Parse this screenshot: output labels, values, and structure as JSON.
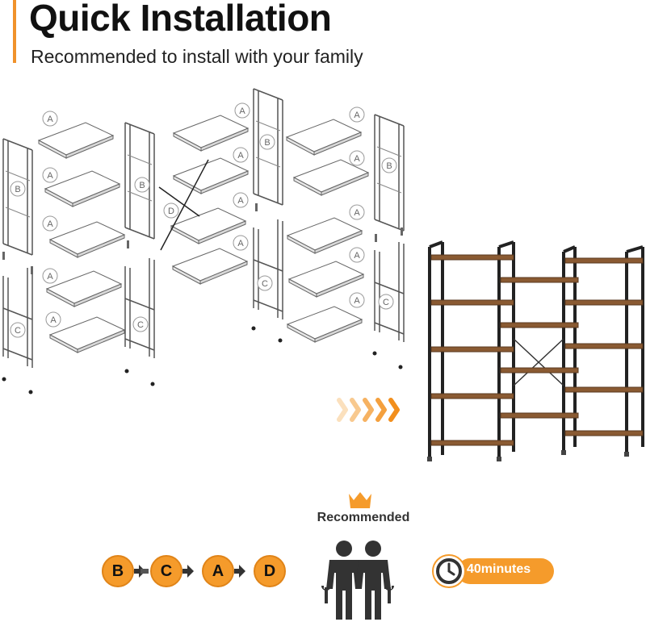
{
  "header": {
    "title": "Quick Installation",
    "subtitle": "Recommended to install with your family"
  },
  "labels": {
    "shelf": "A",
    "frame_large": "B",
    "frame_small": "C",
    "cross_bar": "D"
  },
  "recommendation": {
    "label": "Recommended",
    "icons": [
      "crown-icon",
      "people-icon",
      "wrench-icon"
    ]
  },
  "steps": [
    "B",
    "C",
    "A",
    "D"
  ],
  "duration": {
    "text": "40minutes",
    "icon": "clock-icon"
  },
  "colors": {
    "accent": "#f59b2b",
    "wood": "#8a5a32",
    "frame": "#2b2b2b",
    "figure": "#333333"
  }
}
